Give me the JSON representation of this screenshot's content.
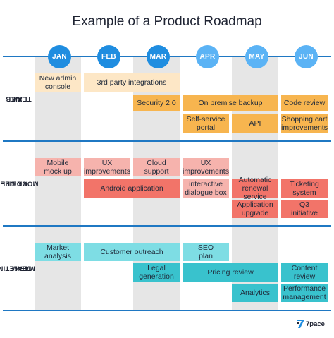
{
  "title": "Example of a Product Roadmap",
  "months": [
    "JAN",
    "FEB",
    "MAR",
    "APR",
    "MAY",
    "JUN"
  ],
  "teams": {
    "web": [
      "WEB",
      "TEAM"
    ],
    "mobile": [
      "MOBILE",
      "MOCK UP"
    ],
    "marketing": [
      "MARKETING",
      "TEAM"
    ]
  },
  "web_items": {
    "new_admin_console": [
      "New admin",
      "console"
    ],
    "third_party_integrations": [
      "3rd party integrations"
    ],
    "security_2": [
      "Security 2.0"
    ],
    "on_premise_backup": [
      "On premise backup"
    ],
    "code_review": [
      "Code review"
    ],
    "self_service_portal": [
      "Self-service",
      "portal"
    ],
    "api": [
      "API"
    ],
    "shopping_cart": [
      "Shopping cart",
      "improvements"
    ]
  },
  "mobile_items": {
    "mobile_mock_up": [
      "Mobile",
      "mock up"
    ],
    "ux_improvements_1": [
      "UX",
      "improvements"
    ],
    "cloud_support": [
      "Cloud",
      "support"
    ],
    "ux_improvements_2": [
      "UX",
      "improvements"
    ],
    "android_application": [
      "Android application"
    ],
    "interactive_dialogue_box": [
      "interactive",
      "dialogue box"
    ],
    "automatic_renewal_service": [
      "Automatic",
      "renewal service"
    ],
    "ticketing_system": [
      "Ticketing",
      "system"
    ],
    "application_upgrade": [
      "Application",
      "upgrade"
    ],
    "q3_initiative": [
      "Q3",
      "initiative"
    ]
  },
  "marketing_items": {
    "market_analysis": [
      "Market",
      "analysis"
    ],
    "customer_outreach": [
      "Customer outreach"
    ],
    "seo_plan": [
      "SEO",
      "plan"
    ],
    "legal_generation": [
      "Legal",
      "generation"
    ],
    "pricing_review": [
      "Pricing review"
    ],
    "content_review": [
      "Content",
      "review"
    ],
    "analytics": [
      "Analytics"
    ],
    "performance_management": [
      "Performance",
      "management"
    ]
  },
  "logo": {
    "text": "7pace",
    "icon": "7pace-logo-icon"
  },
  "colors": {
    "web_light": "#fde7c6",
    "web_dark": "#f7b54f",
    "mobile_light": "#f6b3ad",
    "mobile_dark": "#f27469",
    "marketing_light": "#7edde4",
    "marketing_dark": "#39c2cd",
    "month_dark": "#1f8de0",
    "month_light": "#5bb3f5",
    "divider": "#1f78c3"
  }
}
